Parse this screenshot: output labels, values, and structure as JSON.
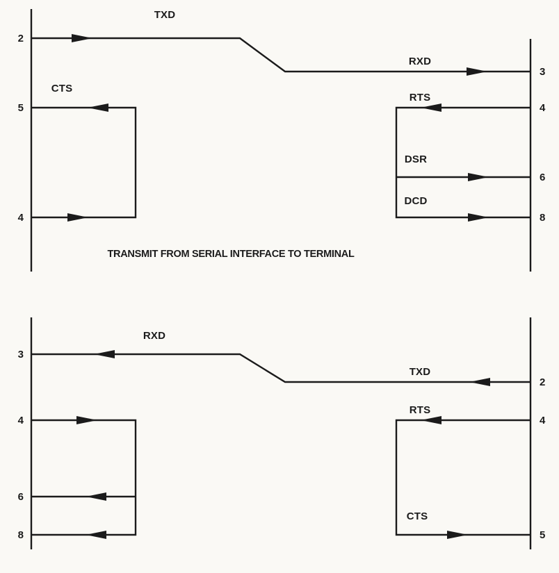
{
  "colors": {
    "background": "#faf9f5",
    "line": "#1b1b1b"
  },
  "top_diagram": {
    "caption": "TRANSMIT FROM SERIAL INTERFACE TO TERMINAL",
    "left_pins": [
      "2",
      "5",
      "4"
    ],
    "right_pins": [
      "3",
      "4",
      "6",
      "8"
    ],
    "signals": {
      "txd": "TXD",
      "rxd": "RXD",
      "cts": "CTS",
      "rts": "RTS",
      "dsr": "DSR",
      "dcd": "DCD"
    }
  },
  "bottom_diagram": {
    "left_pins": [
      "3",
      "4",
      "6",
      "8"
    ],
    "right_pins": [
      "2",
      "4",
      "5"
    ],
    "signals": {
      "rxd": "RXD",
      "txd": "TXD",
      "rts": "RTS",
      "cts": "CTS"
    }
  }
}
